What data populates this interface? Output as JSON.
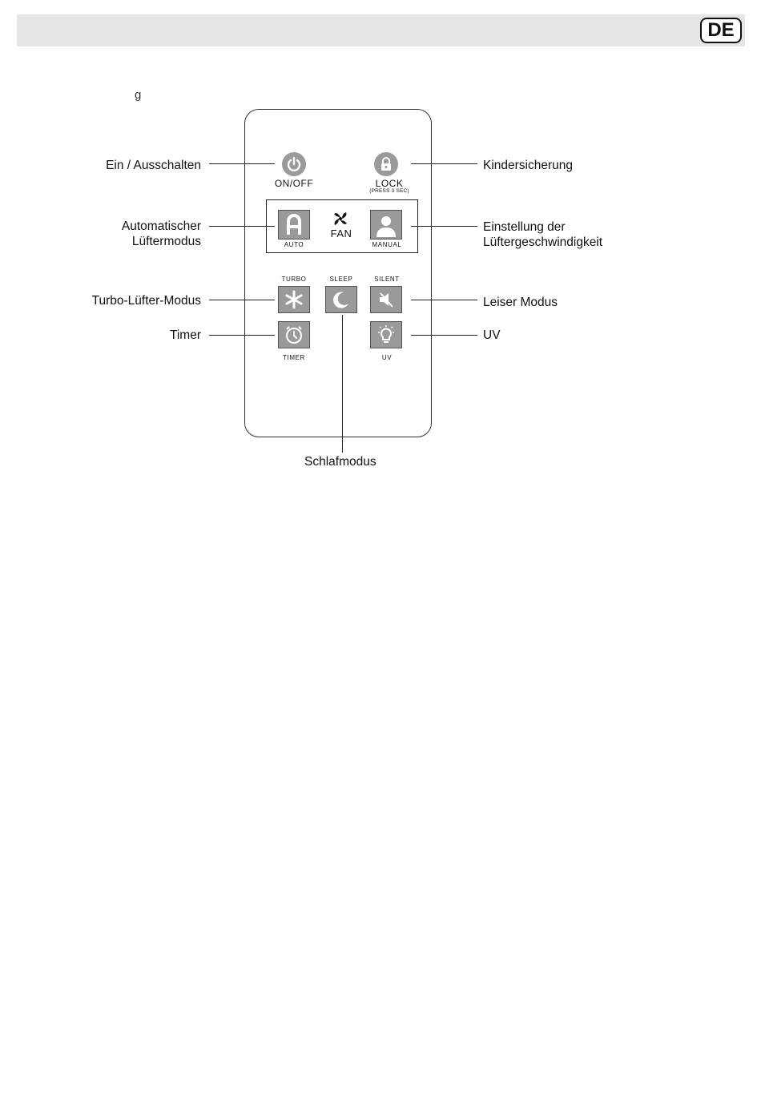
{
  "header": {
    "language_badge": "DE"
  },
  "page": {
    "stray_text": "g"
  },
  "remote": {
    "on_off_label": "ON/OFF",
    "lock_label": "LOCK",
    "lock_hint": "(PRESS 3 SEC)",
    "fan_label": "FAN",
    "auto_label": "AUTO",
    "manual_label": "MANUAL",
    "turbo_label": "TURBO",
    "sleep_label": "SLEEP",
    "silent_label": "SILENT",
    "timer_label": "TIMER",
    "uv_label": "UV"
  },
  "callouts": {
    "power": "Ein / Ausschalten",
    "child_lock": "Kindersicherung",
    "auto_fan_line1": "Automatischer",
    "auto_fan_line2": "Lüftermodus",
    "fan_speed_line1": "Einstellung der",
    "fan_speed_line2": "Lüftergeschwindigkeit",
    "turbo": "Turbo-Lüfter-Modus",
    "silent": "Leiser Modus",
    "timer": "Timer",
    "uv": "UV",
    "sleep": "Schlafmodus"
  },
  "icons": {
    "power": "power-icon",
    "lock": "lock-icon",
    "fan": "fan-icon",
    "auto": "letter-a-icon",
    "manual": "person-icon",
    "turbo": "snowflake-icon",
    "sleep": "moon-icon",
    "silent": "mute-icon",
    "timer": "clock-icon",
    "uv": "bulb-icon"
  }
}
